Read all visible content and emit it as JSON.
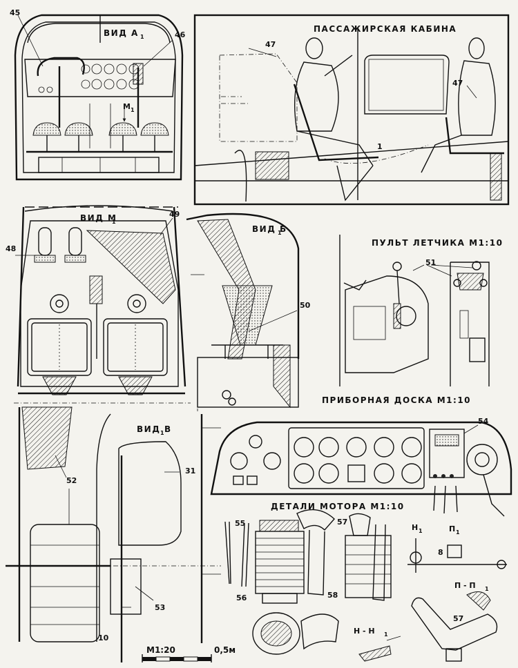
{
  "views": {
    "view_a": "ВИД А",
    "view_a_sub": "1",
    "passenger_cabin": "ПАССАЖИРСКАЯ КАБИНА",
    "view_m": "ВИД М",
    "view_m_sub": "1",
    "view_b": "ВИД Б",
    "view_b_sub": "1",
    "pilot_console": "ПУЛЬТ ЛЕТЧИКА М1:10",
    "instrument_panel": "ПРИБОРНАЯ ДОСКА М1:10",
    "view_v": "ВИД В",
    "view_v_sub": "1",
    "engine_details": "ДЕТАЛИ МОТОРА М1:10"
  },
  "callouts": {
    "c45": "45",
    "c46": "46",
    "m1": "М",
    "m1_sub": "1",
    "c47a": "47",
    "c47b": "47",
    "c1": "1",
    "c48": "48",
    "c49": "49",
    "c50": "50",
    "c51": "51",
    "c54": "54",
    "c52": "52",
    "c31": "31",
    "c53": "53",
    "c10": "10",
    "c55": "55",
    "c57a": "57",
    "c56": "56",
    "c58": "58",
    "h1": "Н",
    "h1_sub": "1",
    "p1": "П",
    "p1_sub": "1",
    "c8": "8",
    "p1p1": "П - П",
    "p1p1_sub": "1",
    "c57b": "57",
    "h1h1": "Н - Н",
    "h1h1_sub": "1"
  },
  "scale_bar": {
    "label": "М1:20",
    "end_label": "0,5м"
  }
}
